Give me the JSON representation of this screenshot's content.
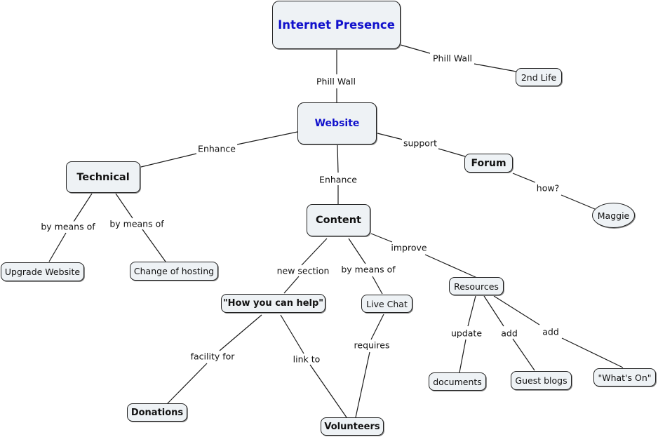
{
  "nodes": {
    "internet_presence": "Internet Presence",
    "website": "Website",
    "second_life": "2nd Life",
    "technical": "Technical",
    "forum": "Forum",
    "maggie": "Maggie",
    "content": "Content",
    "upgrade_website": "Upgrade Website",
    "change_of_hosting": "Change of hosting",
    "how_you_can_help": "\"How you can help\"",
    "live_chat": "Live Chat",
    "resources": "Resources",
    "documents": "documents",
    "guest_blogs": "Guest blogs",
    "whats_on": "\"What's On\"",
    "donations": "Donations",
    "volunteers": "Volunteers"
  },
  "links": {
    "ip_website": "Phill Wall",
    "ip_2ndlife": "Phill Wall",
    "website_technical": "Enhance",
    "website_content": "Enhance",
    "website_forum": "support",
    "forum_maggie": "how?",
    "technical_upgrade": "by means of",
    "technical_hosting": "by means of",
    "content_howhelp": "new section",
    "content_livechat": "by means of",
    "content_resources": "improve",
    "resources_documents": "update",
    "resources_guestblogs": "add",
    "resources_whatson": "add",
    "howhelp_donations": "facility for",
    "howhelp_volunteers": "link to",
    "livechat_volunteers": "requires"
  },
  "colors": {
    "node_fill": "#eef2f5",
    "title_text": "#1111cc"
  }
}
